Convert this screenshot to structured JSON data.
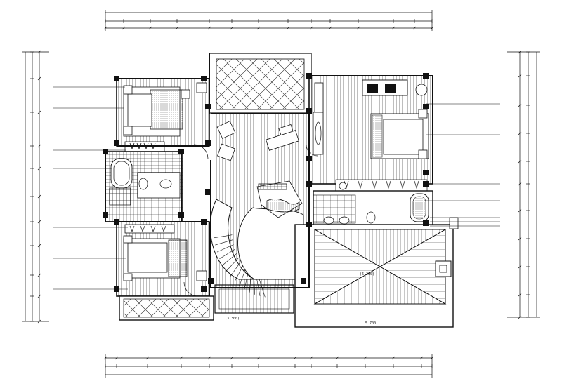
{
  "labels": {
    "left_callouts": [
      "",
      "",
      "",
      "",
      "",
      "",
      "",
      ""
    ],
    "right_callouts": [
      "",
      "",
      "",
      "",
      "",
      "",
      ""
    ],
    "room_names": {
      "bedroom_nw": "",
      "bath_w": "",
      "bedroom_sw": "",
      "balcony_top": "",
      "hall": "",
      "bedroom_e": "",
      "bath_e": "",
      "terrace_s": ""
    },
    "elevations": {
      "terrace_s": "(3.300)",
      "roof": "(6.200)",
      "roof_bottom": "5.700"
    }
  },
  "colors": {
    "line": "#111111",
    "hatch": "#222222",
    "background": "#ffffff"
  }
}
